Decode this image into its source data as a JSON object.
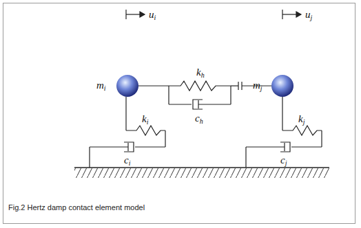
{
  "diagram": {
    "caption": "Fig.2 Hertz damp contact element model",
    "labels": [
      "ui",
      "uj",
      "mi",
      "kh",
      "mj",
      "ch",
      "ki",
      "kj",
      "ci",
      "cj"
    ]
  }
}
